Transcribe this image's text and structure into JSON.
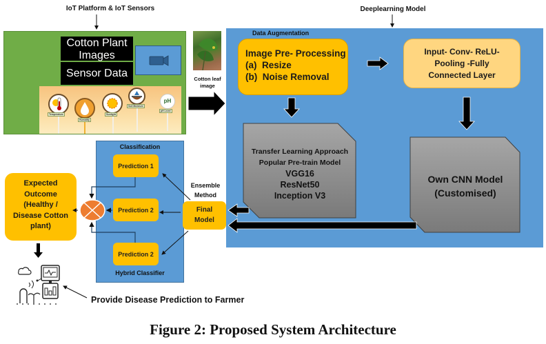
{
  "figure": {
    "caption": "Figure 2: Proposed System Architecture"
  },
  "iot": {
    "heading": "IoT Platform & IoT Sensors",
    "cotton_plant_images": "Cotton Plant Images",
    "cotton_plant_images_line1": "Cotton Plant",
    "cotton_plant_images_line2": "Images",
    "sensor_data": "Sensor Data",
    "sensors": [
      {
        "name": "Temperature",
        "icon": "thermometer-icon"
      },
      {
        "name": "Humidity",
        "icon": "water-drop-icon"
      },
      {
        "name": "Sunlight",
        "icon": "sun-icon"
      },
      {
        "name": "Soil Moisture",
        "icon": "soil-moisture-icon"
      },
      {
        "name": "pH Level",
        "icon": "ph-icon",
        "glyph": "pH"
      }
    ],
    "camera_icon": "camera-icon"
  },
  "leaf": {
    "label_line1": "Cotton leaf",
    "label_line2": "image"
  },
  "deep_learning": {
    "heading": "Deeplearning Model",
    "data_augmentation": "Data Augmentation",
    "preprocessing": {
      "title": "Image Pre- Processing",
      "steps": [
        "(a)  Resize",
        "(b)  Noise Removal"
      ]
    },
    "cnn_layers": [
      "Input- Conv- ReLU-",
      "Pooling -Fully",
      "Connected Layer"
    ],
    "transfer_learning": [
      "Transfer Learning Approach",
      "Popular Pre-train Model",
      "VGG16",
      "ResNet50",
      "Inception V3"
    ],
    "own_cnn": [
      "Own CNN Model",
      "(Customised)"
    ]
  },
  "classification": {
    "heading": "Classification",
    "footer": "Hybrid Classifier",
    "predictions": [
      "Prediction 1",
      "Prediction 2",
      "Prediction 2"
    ],
    "ensemble_label_line1": "Ensemble",
    "ensemble_label_line2": "Method",
    "final_model_line1": "Final",
    "final_model_line2": "Model"
  },
  "outcome": {
    "lines": [
      "Expected",
      "Outcome",
      "(Healthy /",
      "Disease Cotton",
      "plant)"
    ],
    "farmer_label": "Provide Disease Prediction to Farmer"
  },
  "colors": {
    "iot_panel": "#70ad47",
    "dl_panel": "#5b9bd5",
    "orange_box": "#ffc000",
    "light_orange_box": "#ffd680",
    "combiner": "#ed7d31",
    "gray_box": "#8c8c8c"
  }
}
